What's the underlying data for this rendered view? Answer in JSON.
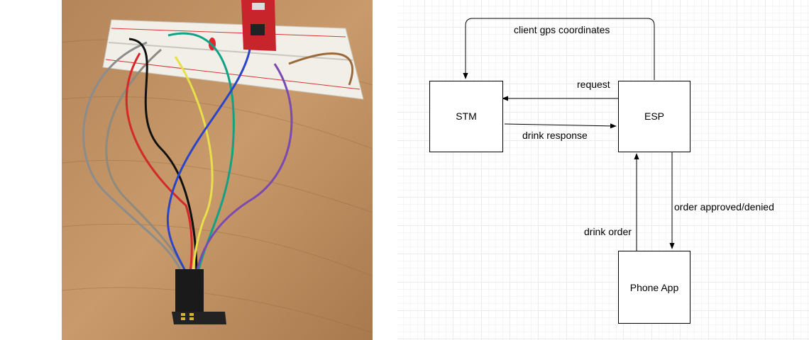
{
  "photo": {
    "description_icon": "breadboard-wiring-photo-icon"
  },
  "diagram": {
    "nodes": {
      "stm": "STM",
      "esp": "ESP",
      "phone_app": "Phone App"
    },
    "edges": {
      "client_gps": "client gps coordinates",
      "request": "request",
      "drink_response": "drink response",
      "order_status": "order approved/denied",
      "drink_order": "drink order"
    }
  }
}
